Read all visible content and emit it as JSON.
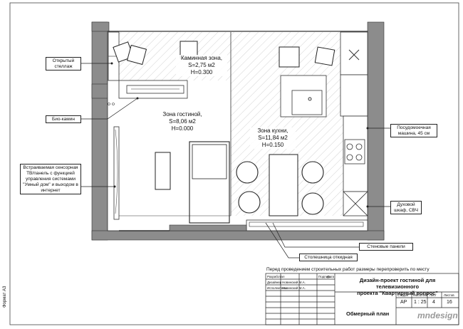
{
  "zones": {
    "fireplace": "Каминная зона,\nS=2,75 м2\nH=0.300",
    "living": "Зона гостиной,\nS=8,06 м2\nH=0.000",
    "kitchen": "Зона кухни,\nS=11,84 м2\nH=0.150"
  },
  "callouts": {
    "open_shelf": "Открытый\nстеллаж",
    "bio_fireplace": "Био-камин",
    "tv_panel": "Встраиваемая сенсорная\nТВ/панель с функцией\nуправления системами\n\"Умный дом\" и выходом в\nинтернет",
    "dishwasher": "Посудомоечная\nмашина, 45 см",
    "oven": "Духовой\nшкаф, СВЧ",
    "wall_panels": "Стеновые панели",
    "folding_counter": "Столешница откидная"
  },
  "note": "Перед проведением строительных работ размеры перепроверить по месту",
  "title_block": {
    "role_header": "Разработал",
    "sign_header": "Подпись",
    "date_header": "Дата",
    "designer_role": "Дизайнер",
    "designer_name": "Новинский М.А.",
    "executor_role": "Исполнитель",
    "executor_name": "Новинский М.А.",
    "project_title": "Дизайн-проект гостиной для телевизионного\nпроекта \"Квартирный вопрос\"",
    "stage_label": "Стадия",
    "scale_label": "Масштаб",
    "sheet_label": "Лист",
    "sheets_label": "Листов",
    "stage": "АР",
    "scale": "1 : 25",
    "sheet": "4",
    "sheets": "16",
    "drawing_name": "Обмерный план",
    "logo": "mndesign"
  },
  "format_label": "Формат А3"
}
